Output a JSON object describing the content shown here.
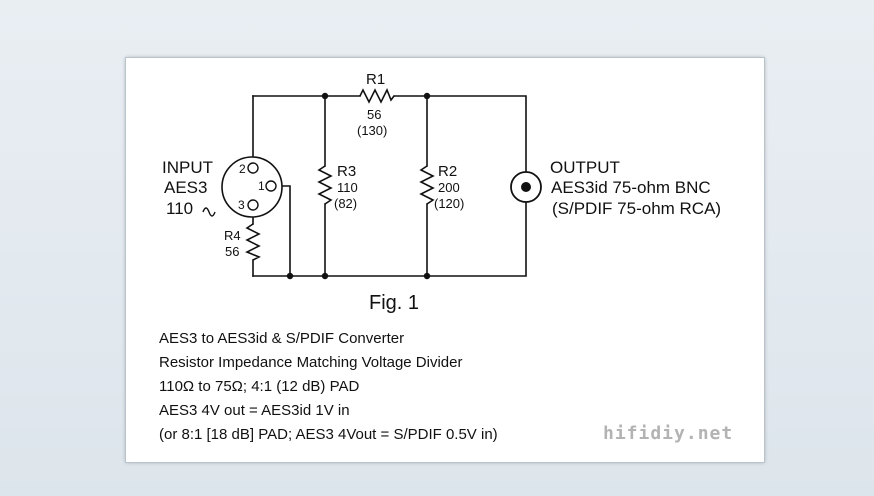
{
  "figure": {
    "label": "Fig. 1",
    "input": {
      "title": "INPUT",
      "type": "AES3",
      "impedance": "110",
      "pins": [
        "2",
        "1",
        "3"
      ]
    },
    "output": {
      "title": "OUTPUT",
      "line1": "AES3id 75-ohm BNC",
      "line2": "(S/PDIF 75-ohm RCA)"
    },
    "resistors": [
      {
        "name": "R1",
        "value": "56",
        "alt": "(130)"
      },
      {
        "name": "R2",
        "value": "200",
        "alt": "(120)"
      },
      {
        "name": "R3",
        "value": "110",
        "alt": "(82)"
      },
      {
        "name": "R4",
        "value": "56",
        "alt": ""
      }
    ],
    "caption": [
      "AES3 to AES3id & S/PDIF Converter",
      "Resistor Impedance Matching Voltage Divider",
      "110Ω to 75Ω;  4:1 (12 dB) PAD",
      "AES3 4V out = AES3id 1V in",
      "(or 8:1 [18 dB] PAD; AES3 4Vout = S/PDIF 0.5V in)"
    ],
    "watermark": "hifidiy.net",
    "colors": {
      "ink": "#111111",
      "card": "#ffffff",
      "backdrop": "#dfe7ee",
      "watermark": "#b3b3b3"
    }
  }
}
